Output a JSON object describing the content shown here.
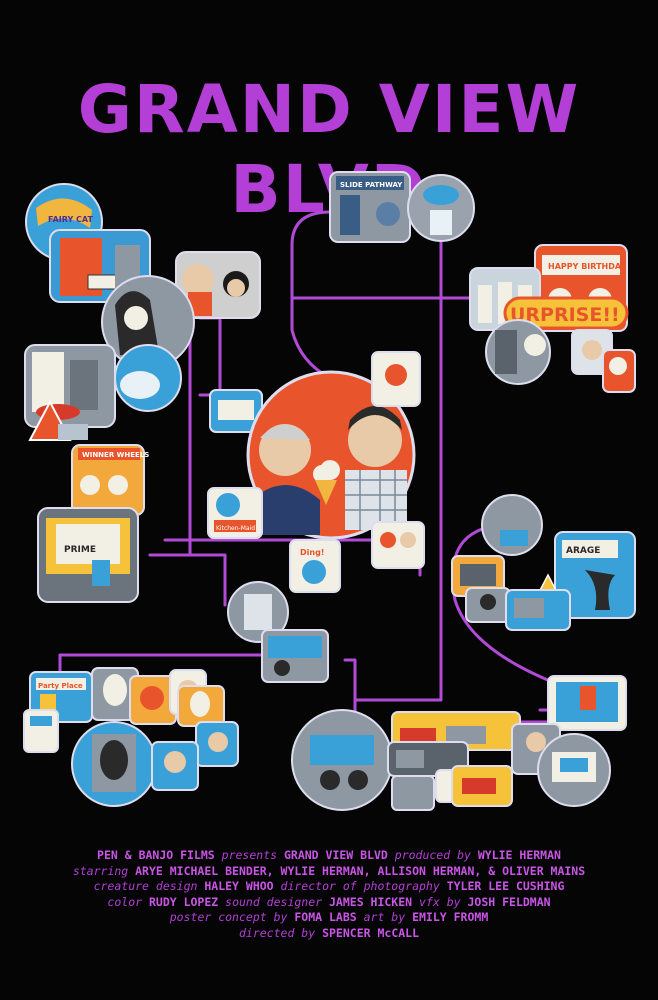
{
  "poster": {
    "title": "GRAND VIEW BLVD",
    "colors": {
      "background": "#050505",
      "title": "#b33fd6",
      "connector": "#b24ad8",
      "accent_orange": "#e8552c",
      "accent_blue": "#33a3dc",
      "panel_gray": "#8e98a3"
    },
    "panel_signs": {
      "slide_pathway": "SLIDE PATHWAY",
      "happy_birthday": "HAPPY BIRTHDAY",
      "surprise": "URPRISE!!",
      "winner_wheels": "WINNER WHEELS",
      "party_place": "Party Place",
      "kitchen_maid": "Kitchen-Maid",
      "ding": "Ding!",
      "garage": "ARAGE",
      "prime": "PRIME"
    },
    "credits": {
      "line1": [
        {
          "t": "PEN & BANJO FILMS",
          "k": "n"
        },
        {
          "t": " presents ",
          "k": "k"
        },
        {
          "t": "GRAND VIEW BLVD",
          "k": "n"
        },
        {
          "t": " produced by ",
          "k": "k"
        },
        {
          "t": "WYLIE HERMAN",
          "k": "n"
        }
      ],
      "line2": [
        {
          "t": "starring ",
          "k": "k"
        },
        {
          "t": "ARYE MICHAEL BENDER, WYLIE HERMAN, ALLISON HERMAN, & OLIVER MAINS",
          "k": "n"
        }
      ],
      "line3": [
        {
          "t": "creature design ",
          "k": "k"
        },
        {
          "t": "HALEY WHOO",
          "k": "n"
        },
        {
          "t": " director of photography ",
          "k": "k"
        },
        {
          "t": "TYLER LEE CUSHING",
          "k": "n"
        }
      ],
      "line4": [
        {
          "t": "color ",
          "k": "k"
        },
        {
          "t": "RUDY LOPEZ",
          "k": "n"
        },
        {
          "t": " sound designer ",
          "k": "k"
        },
        {
          "t": "JAMES HICKEN",
          "k": "n"
        },
        {
          "t": " vfx by ",
          "k": "k"
        },
        {
          "t": "JOSH FELDMAN",
          "k": "n"
        }
      ],
      "line5": [
        {
          "t": "poster concept by ",
          "k": "k"
        },
        {
          "t": "FOMA LABS",
          "k": "n"
        },
        {
          "t": " art by ",
          "k": "k"
        },
        {
          "t": "EMILY FROMM",
          "k": "n"
        }
      ],
      "line6": [
        {
          "t": "directed by ",
          "k": "k"
        },
        {
          "t": "SPENCER McCALL",
          "k": "n"
        }
      ]
    }
  }
}
